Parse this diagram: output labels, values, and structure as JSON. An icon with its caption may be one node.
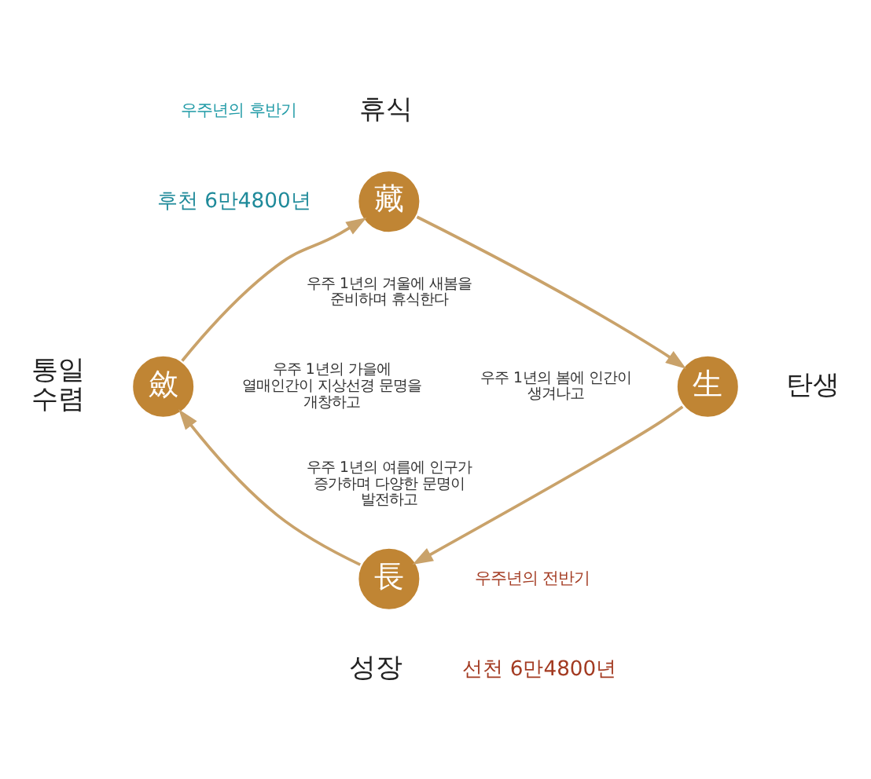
{
  "diagram": {
    "nodes": [
      {
        "text": [
          "藏"
        ],
        "beside": [
          "휴식"
        ]
      },
      {
        "text": [
          "生"
        ],
        "beside": [
          "탄생"
        ]
      },
      {
        "text": [
          "長"
        ],
        "beside": [
          "성장"
        ]
      },
      {
        "text": [
          "斂"
        ],
        "beside": [
          "통일 수렴"
        ]
      }
    ],
    "edges": [
      {
        "from": 0,
        "to": 1,
        "arrow": "to"
      },
      {
        "from": 1,
        "to": 2,
        "arrow": "to"
      },
      {
        "from": 2,
        "to": 3,
        "arrow": "to"
      },
      {
        "from": 3,
        "to": 0,
        "arrow": "to"
      }
    ],
    "labels": [
      "우주년의 후반기",
      "후천 6만4800년",
      "우주 1년의 겨울에 새봄을 준비하며 휴식한다",
      "우주 1년의 가을에 열매인간이 지상선경 문명을 개창하고",
      "우주 1년의 봄에 인간이 생겨나고",
      "우주 1년의 여름에 인구가 증가하며 다양한 문명이 발전하고",
      "우주년의 전반기",
      "선천 6만4800년"
    ]
  }
}
